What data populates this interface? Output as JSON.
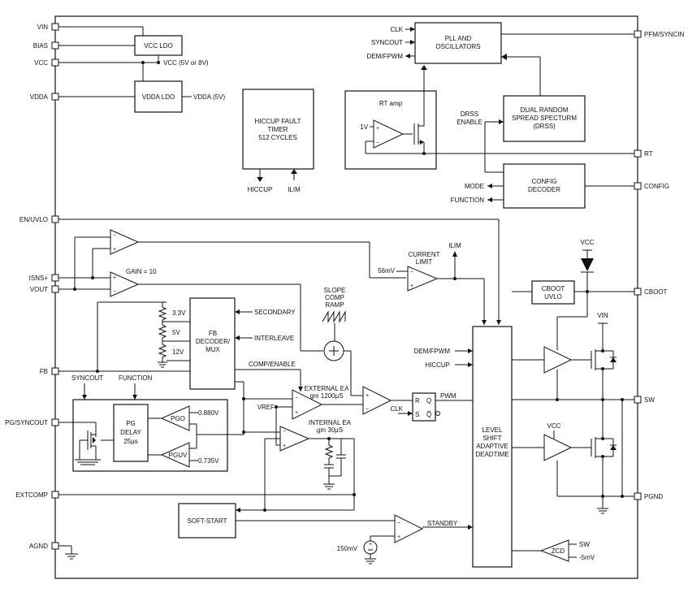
{
  "pins_left": {
    "vin": "VIN",
    "bias": "BIAS",
    "vcc": "VCC",
    "vdda": "VDDA",
    "en_uvlo": "EN/UVLO",
    "isns": "ISNS+",
    "vout": "VOUT",
    "fb": "FB",
    "pg_syncout": "PG/SYNCOUT",
    "extcomp": "EXTCOMP",
    "agnd": "AGND"
  },
  "pins_right": {
    "pfm_syncin": "PFM/SYNCIN",
    "rt": "RT",
    "config": "CONFIG",
    "cboot": "CBOOT",
    "sw": "SW",
    "pgnd": "PGND"
  },
  "blocks": {
    "vcc_ldo": "VCC LDO",
    "vdda_ldo": "VDDA LDO",
    "hiccup_timer": [
      "HICCUP FAULT",
      "TIMER",
      "512 CYCLES"
    ],
    "pll": [
      "PLL AND",
      "OSCILLATORS"
    ],
    "drss": [
      "DUAL RANDOM",
      "SPREAD SPECTURM",
      "(DRSS)"
    ],
    "config_decoder": [
      "CONFIG",
      "DECODER"
    ],
    "cboot_uvlo": [
      "CBOOT",
      "UVLO"
    ],
    "fb_decoder": [
      "FB",
      "DECODER/",
      "MUX"
    ],
    "pg_delay": [
      "PG",
      "DELAY",
      "25µs"
    ],
    "soft_start": "SOFT-START",
    "level_shift": [
      "LEVEL",
      "SHIFT",
      "ADAPTIVE",
      "DEADTIME"
    ],
    "pgo": "PGO",
    "pguv": "PGUV",
    "zcd": "ZCD"
  },
  "labels": {
    "vcc_out": "VCC (5V or 8V)",
    "vdda_out": "VDDA (5V)",
    "hiccup": "HICCUP",
    "ilim": "ILIM",
    "ilim2": "ILIM",
    "hiccup2": "HICCUP",
    "clk": "CLK",
    "syncout": "SYNCOUT",
    "dem_fpwm": "DEM/FPWM",
    "dem_fpwm2": "DEM/FPWM",
    "rt_amp": "RT amp",
    "one_v": "1V",
    "drss_enable": [
      "DRSS",
      "ENABLE"
    ],
    "mode": "MODE",
    "function": "FUNCTION",
    "function2": "FUNCTION",
    "syncout2": "SYNCOUT",
    "gain": "GAIN = 10",
    "current_limit": [
      "CURRENT",
      "LIMIT"
    ],
    "fifty_six_mv": "56mV",
    "slope_comp": [
      "SLOPE",
      "COMP",
      "RAMP"
    ],
    "v33": "3.3V",
    "v5": "5V",
    "v12": "12V",
    "secondary": "SECONDARY",
    "interleave": "INTERLEAVE",
    "comp_enable": "COMP/ENABLE",
    "external_ea": [
      "EXTERNAL EA",
      "gm 1200µS"
    ],
    "internal_ea": [
      "INTERNAL EA",
      "gm 30µS"
    ],
    "vref": "VREF",
    "pwm": "PWM",
    "clk2": "CLK",
    "r": "R",
    "s": "S",
    "q": "Q",
    "qbar": "Q̅",
    "v0880": "0.880V",
    "v0735": "0.735V",
    "standby": "STANDBY",
    "mv150": "150mV",
    "vcc_top": "VCC",
    "vin_top": "VIN",
    "vcc_low": "VCC",
    "sw_zcd": "SW",
    "minus5mv": "-5mV"
  }
}
